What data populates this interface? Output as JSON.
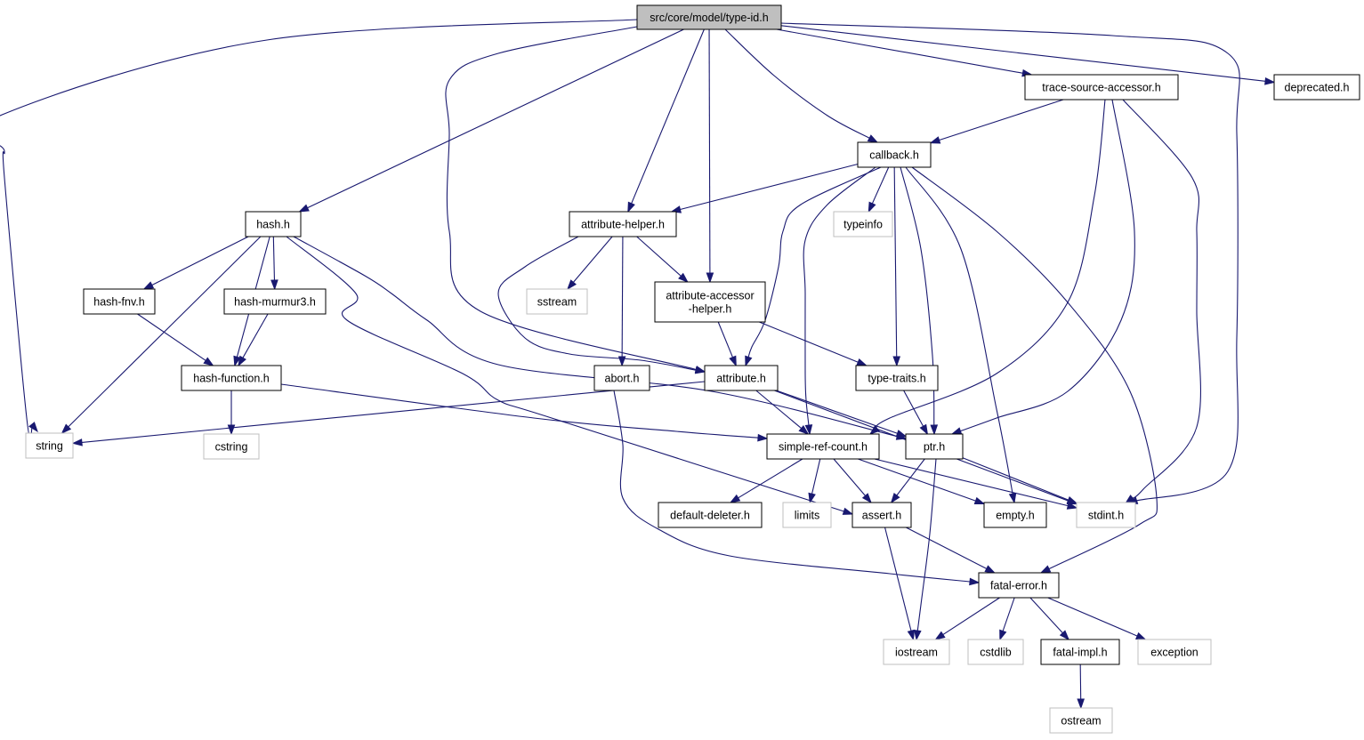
{
  "colors": {
    "edge": "#191970",
    "root_fill": "#bfbfbf",
    "local_border": "#000000",
    "system_border": "#bfbfbf",
    "node_fill": "#ffffff"
  },
  "nodes": [
    {
      "id": "type-id",
      "label": "src/core/model/type-id.h",
      "kind": "root"
    },
    {
      "id": "string",
      "label": "string",
      "kind": "system"
    },
    {
      "id": "hash",
      "label": "hash.h",
      "kind": "local"
    },
    {
      "id": "attribute-helper",
      "label": "attribute-helper.h",
      "kind": "local"
    },
    {
      "id": "attribute-accessor-helper",
      "label": [
        "attribute-accessor",
        "-helper.h"
      ],
      "kind": "local"
    },
    {
      "id": "callback",
      "label": "callback.h",
      "kind": "local"
    },
    {
      "id": "trace-source-accessor",
      "label": "trace-source-accessor.h",
      "kind": "local"
    },
    {
      "id": "deprecated",
      "label": "deprecated.h",
      "kind": "local"
    },
    {
      "id": "typeinfo",
      "label": "typeinfo",
      "kind": "system"
    },
    {
      "id": "hash-fnv",
      "label": "hash-fnv.h",
      "kind": "local"
    },
    {
      "id": "hash-murmur3",
      "label": "hash-murmur3.h",
      "kind": "local"
    },
    {
      "id": "sstream",
      "label": "sstream",
      "kind": "system"
    },
    {
      "id": "hash-function",
      "label": "hash-function.h",
      "kind": "local"
    },
    {
      "id": "abort",
      "label": "abort.h",
      "kind": "local"
    },
    {
      "id": "attribute",
      "label": "attribute.h",
      "kind": "local"
    },
    {
      "id": "type-traits",
      "label": "type-traits.h",
      "kind": "local"
    },
    {
      "id": "cstring",
      "label": "cstring",
      "kind": "system"
    },
    {
      "id": "simple-ref-count",
      "label": "simple-ref-count.h",
      "kind": "local"
    },
    {
      "id": "ptr",
      "label": "ptr.h",
      "kind": "local"
    },
    {
      "id": "default-deleter",
      "label": "default-deleter.h",
      "kind": "local"
    },
    {
      "id": "limits",
      "label": "limits",
      "kind": "system"
    },
    {
      "id": "assert",
      "label": "assert.h",
      "kind": "local"
    },
    {
      "id": "empty",
      "label": "empty.h",
      "kind": "local"
    },
    {
      "id": "stdint",
      "label": "stdint.h",
      "kind": "system"
    },
    {
      "id": "fatal-error",
      "label": "fatal-error.h",
      "kind": "local"
    },
    {
      "id": "iostream",
      "label": "iostream",
      "kind": "system"
    },
    {
      "id": "cstdlib",
      "label": "cstdlib",
      "kind": "system"
    },
    {
      "id": "fatal-impl",
      "label": "fatal-impl.h",
      "kind": "local"
    },
    {
      "id": "exception",
      "label": "exception",
      "kind": "system"
    },
    {
      "id": "ostream",
      "label": "ostream",
      "kind": "system"
    }
  ],
  "edges": [
    [
      "type-id",
      "string"
    ],
    [
      "type-id",
      "hash"
    ],
    [
      "type-id",
      "attribute"
    ],
    [
      "type-id",
      "attribute-helper"
    ],
    [
      "type-id",
      "attribute-accessor-helper"
    ],
    [
      "type-id",
      "callback"
    ],
    [
      "type-id",
      "trace-source-accessor"
    ],
    [
      "type-id",
      "stdint"
    ],
    [
      "type-id",
      "deprecated"
    ],
    [
      "trace-source-accessor",
      "callback"
    ],
    [
      "trace-source-accessor",
      "simple-ref-count"
    ],
    [
      "trace-source-accessor",
      "ptr"
    ],
    [
      "trace-source-accessor",
      "stdint"
    ],
    [
      "callback",
      "attribute-helper"
    ],
    [
      "callback",
      "typeinfo"
    ],
    [
      "callback",
      "attribute"
    ],
    [
      "callback",
      "simple-ref-count"
    ],
    [
      "callback",
      "type-traits"
    ],
    [
      "callback",
      "ptr"
    ],
    [
      "callback",
      "empty"
    ],
    [
      "callback",
      "fatal-error"
    ],
    [
      "hash",
      "string"
    ],
    [
      "hash",
      "hash-fnv"
    ],
    [
      "hash",
      "hash-function"
    ],
    [
      "hash",
      "hash-murmur3"
    ],
    [
      "hash",
      "ptr"
    ],
    [
      "hash",
      "assert"
    ],
    [
      "hash-fnv",
      "hash-function"
    ],
    [
      "hash-murmur3",
      "hash-function"
    ],
    [
      "hash-function",
      "cstring"
    ],
    [
      "hash-function",
      "simple-ref-count"
    ],
    [
      "attribute-helper",
      "attribute"
    ],
    [
      "attribute-helper",
      "sstream"
    ],
    [
      "attribute-helper",
      "abort"
    ],
    [
      "attribute-helper",
      "attribute-accessor-helper"
    ],
    [
      "attribute-accessor-helper",
      "attribute"
    ],
    [
      "attribute-accessor-helper",
      "type-traits"
    ],
    [
      "abort",
      "fatal-error"
    ],
    [
      "attribute",
      "string"
    ],
    [
      "attribute",
      "simple-ref-count"
    ],
    [
      "attribute",
      "ptr"
    ],
    [
      "attribute",
      "stdint"
    ],
    [
      "type-traits",
      "ptr"
    ],
    [
      "simple-ref-count",
      "default-deleter"
    ],
    [
      "simple-ref-count",
      "limits"
    ],
    [
      "simple-ref-count",
      "assert"
    ],
    [
      "simple-ref-count",
      "empty"
    ],
    [
      "simple-ref-count",
      "stdint"
    ],
    [
      "ptr",
      "assert"
    ],
    [
      "ptr",
      "iostream"
    ],
    [
      "ptr",
      "stdint"
    ],
    [
      "assert",
      "iostream"
    ],
    [
      "assert",
      "fatal-error"
    ],
    [
      "fatal-error",
      "iostream"
    ],
    [
      "fatal-error",
      "cstdlib"
    ],
    [
      "fatal-error",
      "fatal-impl"
    ],
    [
      "fatal-error",
      "exception"
    ],
    [
      "fatal-impl",
      "ostream"
    ]
  ]
}
